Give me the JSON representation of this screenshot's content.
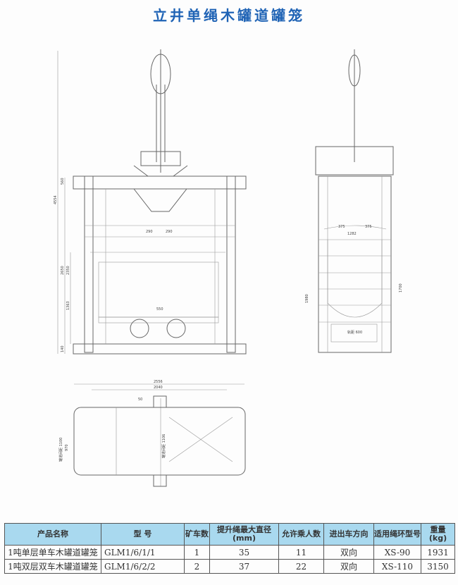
{
  "title": "立井单绳木罐道罐笼",
  "drawing": {
    "front_view": {
      "height_total": "4554",
      "top": "560",
      "h1": "2650",
      "h2": "2350",
      "h3": "1363",
      "bottom": "140",
      "left_offset": "290",
      "right_offset": "290",
      "wheel_gauge": "550"
    },
    "side_view": {
      "left": "375",
      "right": "375",
      "width": "1282",
      "height": "1700",
      "height2": "1980",
      "gauge": "轨距 600"
    },
    "top_view": {
      "overall": "2556",
      "inner": "2040",
      "guide_gap": "罐道间距 1100",
      "inner_w": "970",
      "guide_gap2": "罐道间距 1106",
      "small": "50"
    }
  },
  "table": {
    "headers": [
      "产品名称",
      "型 号",
      "矿车数",
      "提升绳最大直径",
      "允许乘人数",
      "进出车方向",
      "适用绳环型号",
      "重量(kg)"
    ],
    "header_unit": "(mm)",
    "rows": [
      [
        "1吨单层单车木罐道罐笼",
        "GLM1/6/1/1",
        "1",
        "35",
        "11",
        "双向",
        "XS-90",
        "1931"
      ],
      [
        "1吨双层双车木罐道罐笼",
        "GLM1/6/2/2",
        "2",
        "37",
        "22",
        "双向",
        "XS-110",
        "3150"
      ]
    ]
  }
}
